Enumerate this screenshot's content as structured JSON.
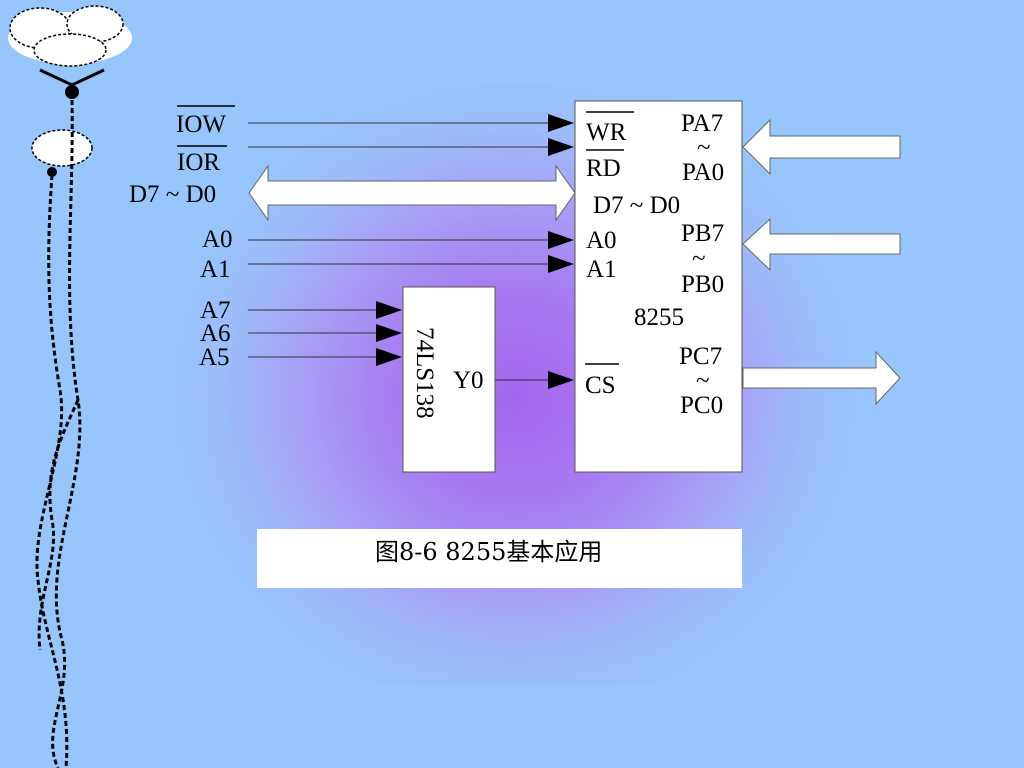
{
  "left_signals": {
    "iow": "IOW",
    "ior": "IOR",
    "data_bus": "D7 ~ D0",
    "a0": "A0",
    "a1": "A1",
    "a7": "A7",
    "a6": "A6",
    "a5": "A5"
  },
  "decoder": {
    "name": "74LS138",
    "output": "Y0"
  },
  "chip": {
    "name": "8255",
    "wr": "WR",
    "rd": "RD",
    "data_bus": "D7 ~ D0",
    "a0": "A0",
    "a1": "A1",
    "cs": "CS",
    "pa_high": "PA7",
    "pa_tilde": "~",
    "pa_low": "PA0",
    "pb_high": "PB7",
    "pb_tilde": "~",
    "pb_low": "PB0",
    "pc_high": "PC7",
    "pc_tilde": "~",
    "pc_low": "PC0"
  },
  "caption": "图8-6  8255基本应用"
}
